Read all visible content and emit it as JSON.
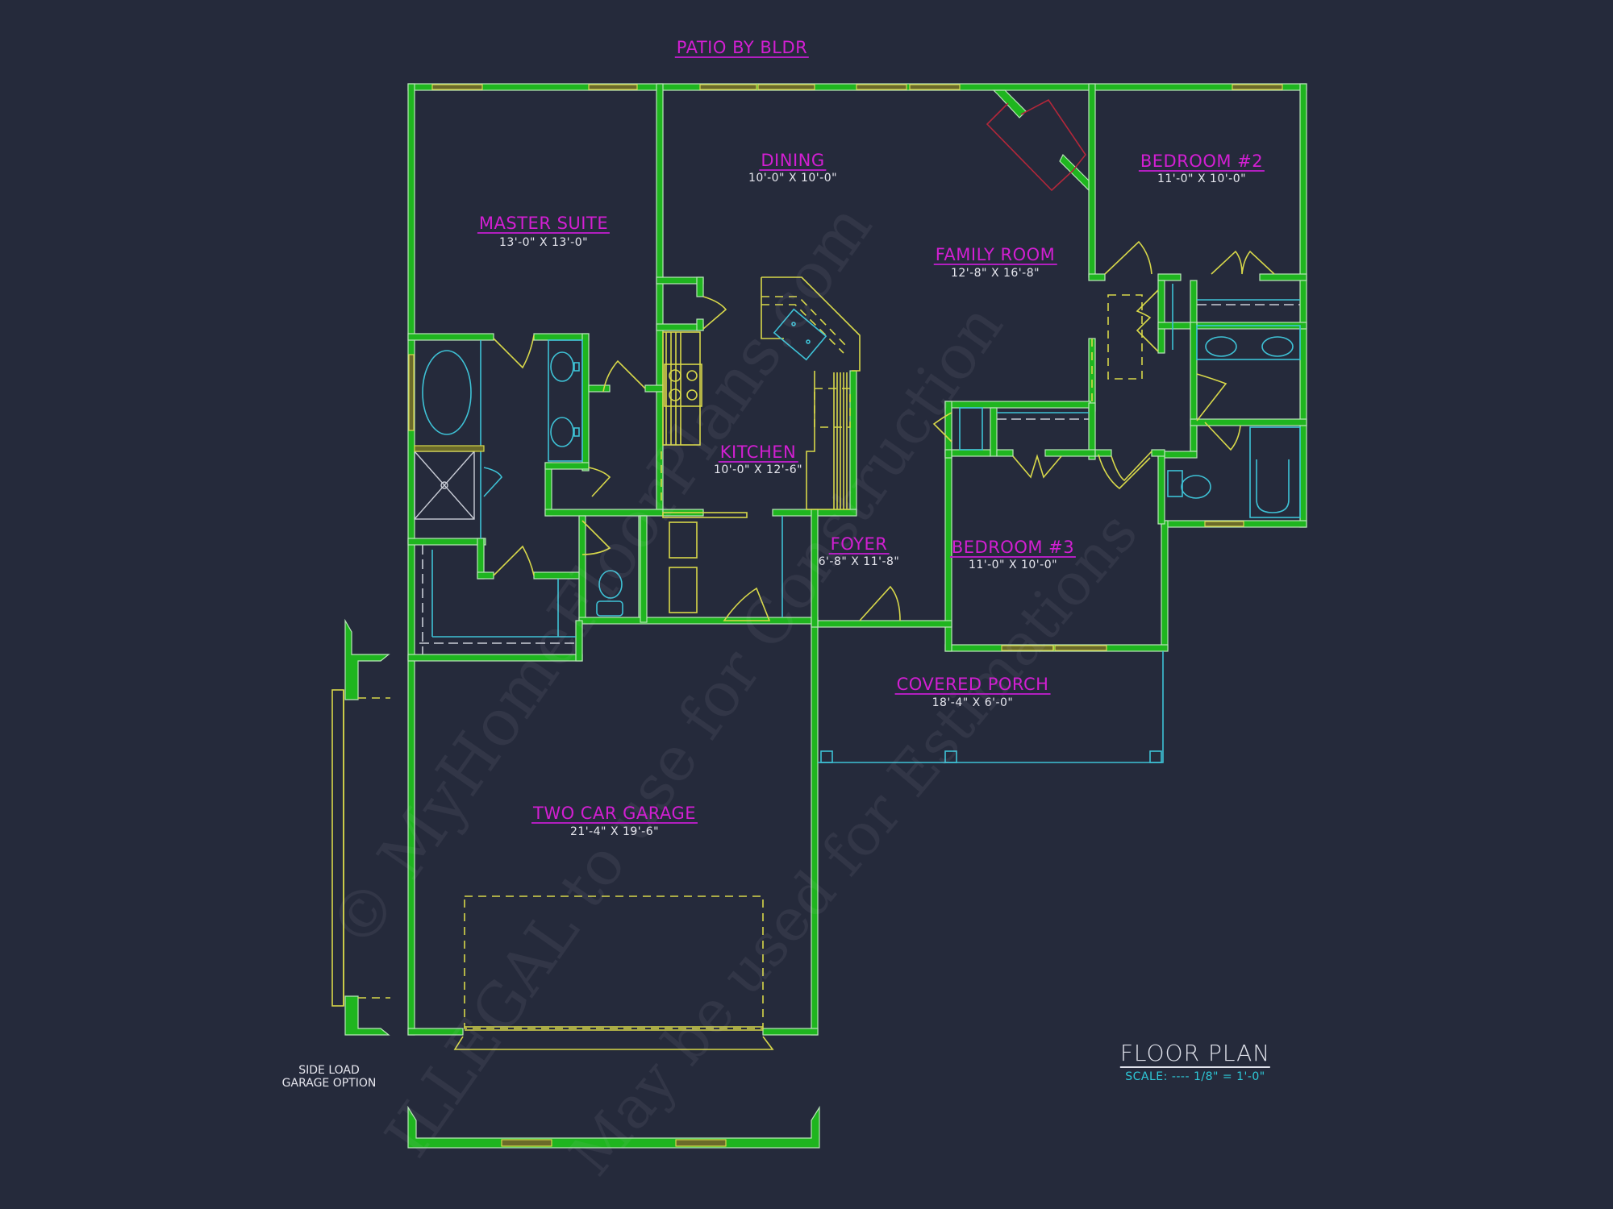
{
  "plan": {
    "top_label": "PATIO BY BLDR",
    "title": "FLOOR PLAN",
    "scale": "SCALE: ---- 1/8\" = 1'-0\"",
    "side_note_line1": "SIDE LOAD",
    "side_note_line2": "GARAGE OPTION"
  },
  "rooms": {
    "master": {
      "name": "MASTER SUITE",
      "dims": "13'-0\" X 13'-0\""
    },
    "dining": {
      "name": "DINING",
      "dims": "10'-0\" X 10'-0\""
    },
    "family": {
      "name": "FAMILY ROOM",
      "dims": "12'-8\" X 16'-8\""
    },
    "bed2": {
      "name": "BEDROOM #2",
      "dims": "11'-0\" X 10'-0\""
    },
    "kitchen": {
      "name": "KITCHEN",
      "dims": "10'-0\" X 12'-6\""
    },
    "foyer": {
      "name": "FOYER",
      "dims": "6'-8\" X 11'-8\""
    },
    "bed3": {
      "name": "BEDROOM #3",
      "dims": "11'-0\" X 10'-0\""
    },
    "porch": {
      "name": "COVERED PORCH",
      "dims": "18'-4\" X 6'-0\""
    },
    "garage": {
      "name": "TWO CAR GARAGE",
      "dims": "21'-4\" X 19'-6\""
    }
  },
  "watermark": {
    "line1": "© MyHomeFloorPlans.com",
    "line2": "ILLEGAL to use for Construction",
    "line3": "May be used for Estimations"
  },
  "colors": {
    "background": "#252a3b",
    "walls": "#1fb51f",
    "labels": "#d21fd2",
    "fixtures": "#3ec2d6",
    "doors": "#d8d84a"
  }
}
